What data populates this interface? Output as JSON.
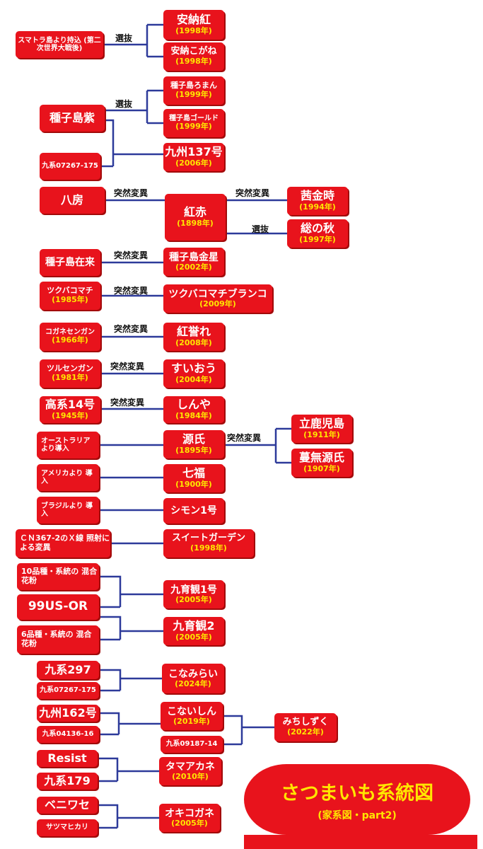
{
  "title": {
    "main": "さつまいも系統図",
    "sub": "(家系図・part2)"
  },
  "labels": {
    "selection": "選抜",
    "mutation": "突然変異"
  },
  "nodes": {
    "sumatra": "スマトラ島より持込 (第二次世界大戦後)",
    "annobeni": {
      "name": "安納紅",
      "year": "(1998年)"
    },
    "annokogane": {
      "name": "安納こがね",
      "year": "(1998年)"
    },
    "tanegashima_murasaki": "種子島紫",
    "q07267": "九系07267-175",
    "tanegashima_roman": {
      "name": "種子島ろまん",
      "year": "(1999年)"
    },
    "tanegashima_gold": {
      "name": "種子島ゴールド",
      "year": "(1999年)"
    },
    "kyushu137": {
      "name": "九州137号",
      "year": "(2006年)"
    },
    "hachifusa": "八房",
    "benisekki": {
      "name": "紅赤",
      "year": "(1898年)"
    },
    "akanetoki": {
      "name": "茜金時",
      "year": "(1994年)"
    },
    "sounoaki": {
      "name": "総の秋",
      "year": "(1997年)"
    },
    "tanegashima_zairai": "種子島在来",
    "tanegashima_kinboshi": {
      "name": "種子島金星",
      "year": "(2002年)"
    },
    "tsukubakomachi": {
      "name": "ツクバコマチ",
      "year": "(1985年)"
    },
    "tsukubakomachi_blanco": {
      "name": "ツクバコマチブランコ",
      "year": "(2009年)"
    },
    "koganesengan": {
      "name": "コガネセンガン",
      "year": "(1966年)"
    },
    "benihomare": {
      "name": "紅誉れ",
      "year": "(2008年)"
    },
    "tsurusengan": {
      "name": "ツルセンガン",
      "year": "(1981年)"
    },
    "suiou": {
      "name": "すいおう",
      "year": "(2004年)"
    },
    "kokei14": {
      "name": "高系14号",
      "year": "(1945年)"
    },
    "shinya": {
      "name": "しんや",
      "year": "(1984年)"
    },
    "australia": "オーストラリア より導入",
    "genji": {
      "name": "源氏",
      "year": "(1895年)"
    },
    "tachikagoshima": {
      "name": "立鹿児島",
      "year": "(1911年)"
    },
    "tsurunashigenji": {
      "name": "蔓無源氏",
      "year": "(1907年)"
    },
    "america": "アメリカより 導入",
    "shichifuku": {
      "name": "七福",
      "year": "(1900年)"
    },
    "brazil": "ブラジルより 導入",
    "simon1": "シモン1号",
    "cn367": "ＣＮ367-2のＸ線 照射による変異",
    "sweetgarden": {
      "name": "スイートガーデン",
      "year": "(1998年)"
    },
    "mix10": "10品種・系統の 混合花粉",
    "us99": "99US-OR",
    "mix6": "6品種・系統の 混合花粉",
    "kyuikukan1": {
      "name": "九育観1号",
      "year": "(2005年)"
    },
    "kyuikukan2": {
      "name": "九育観2",
      "year": "(2005年)"
    },
    "q297": "九系297",
    "q07267b": "九系07267-175",
    "konamirai": {
      "name": "こなみらい",
      "year": "(2024年)"
    },
    "kyushu162": "九州162号",
    "q04136": "九系04136-16",
    "konaishin": {
      "name": "こないしん",
      "year": "(2019年)"
    },
    "q09187": "九系09187-14",
    "michishizuku": {
      "name": "みちしずく",
      "year": "(2022年)"
    },
    "resist": "Resist",
    "q179": "九系179",
    "tamaakane": {
      "name": "タマアカネ",
      "year": "(2010年)"
    },
    "beniwase": "ベニワセ",
    "satsumahikari": "サツマヒカリ",
    "okikogane": {
      "name": "オキコガネ",
      "year": "(2005年)"
    }
  },
  "colors": {
    "box": "#e8131c",
    "year": "#ffe600",
    "line": "#2d3a9a"
  }
}
